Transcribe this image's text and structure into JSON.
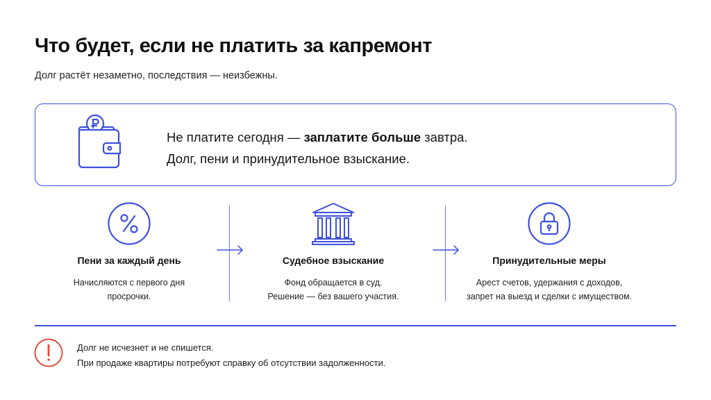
{
  "header": {
    "title": "Что будет, если не платить за капремонт",
    "subtitle": "Долг растёт незаметно, последствия — неизбежны."
  },
  "callout": {
    "icon": "wallet-with-ruble-coin-icon",
    "line1_before": "Не платите сегодня — ",
    "line1_bold": "заплатите больше",
    "line1_after": " завтра.",
    "line2": "Долг, пени и принудительное взыскание."
  },
  "steps": [
    {
      "icon": "percent-icon",
      "title": "Пени за каждый день",
      "desc_line1": "Начисляются с первого дня",
      "desc_line2": "просрочки."
    },
    {
      "icon": "courthouse-icon",
      "title": "Судебное взыскание",
      "desc_line1": "Фонд обращается в суд.",
      "desc_line2": "Решение — без вашего участия."
    },
    {
      "icon": "padlock-icon",
      "title": "Принудительные меры",
      "desc_line1": "Арест счетов, удержания с доходов,",
      "desc_line2": "запрет на выезд и сделки с имуществом."
    }
  ],
  "note": {
    "icon": "exclamation-icon",
    "line1": "Долг не исчезнет и не спишется.",
    "line2": "При продаже квартиры потребуют справку об отсутствии задолженности."
  },
  "colors": {
    "accent": "#3d4fe0",
    "warning": "#e04b3a",
    "text": "#111111"
  }
}
